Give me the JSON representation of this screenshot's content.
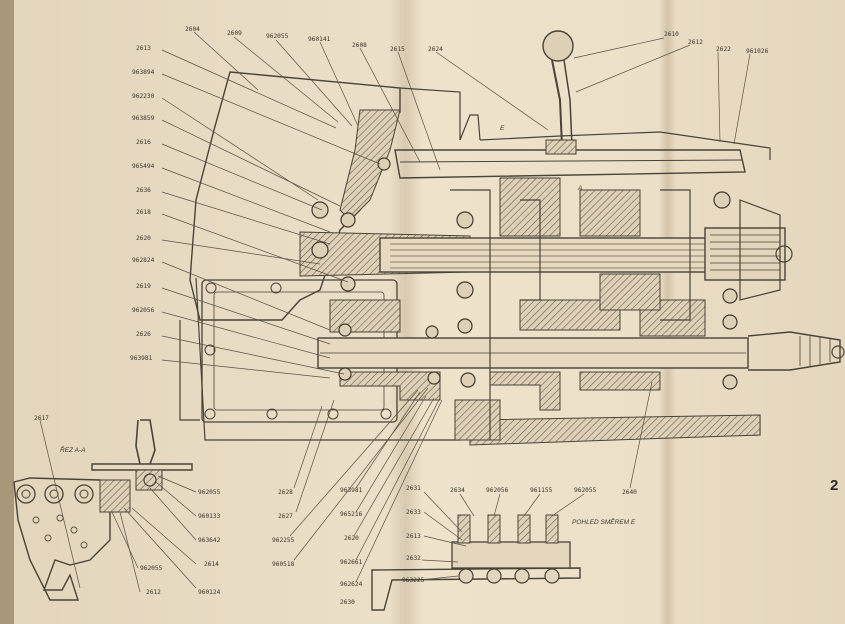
{
  "drawing": {
    "labels_top": [
      "2604",
      "2609",
      "962055",
      "960141",
      "2608",
      "2615",
      "2624",
      "2610",
      "2612",
      "2622",
      "961026"
    ],
    "labels_left": [
      "2613",
      "963894",
      "962230",
      "963859",
      "2616",
      "965494",
      "2636",
      "2618",
      "2620",
      "962824",
      "2619",
      "962056",
      "2626",
      "963981"
    ],
    "labels_bottom_center": [
      "2628",
      "2627",
      "962255",
      "960518",
      "963981",
      "965216",
      "2620",
      "962661",
      "962624",
      "2630"
    ],
    "labels_bottom_right": [
      "2631",
      "2634",
      "962056",
      "961155",
      "962055",
      "2633",
      "2613",
      "2632",
      "963225"
    ],
    "labels_section_a": [
      "2617",
      "962055",
      "960133",
      "963642",
      "2614",
      "962055",
      "2612",
      "960124"
    ],
    "label_2640": "2640",
    "section_a_title": "ŘEZ A-A",
    "section_e_title": "POHLED SMĚREM E",
    "view_marker_e": "E",
    "view_marker_a": "A",
    "page_number": "2"
  },
  "colors": {
    "paper": "#e8dcc4",
    "paper_shadow": "#d6c8ac",
    "ink": "#4a4238",
    "background": "#b9a98c"
  }
}
